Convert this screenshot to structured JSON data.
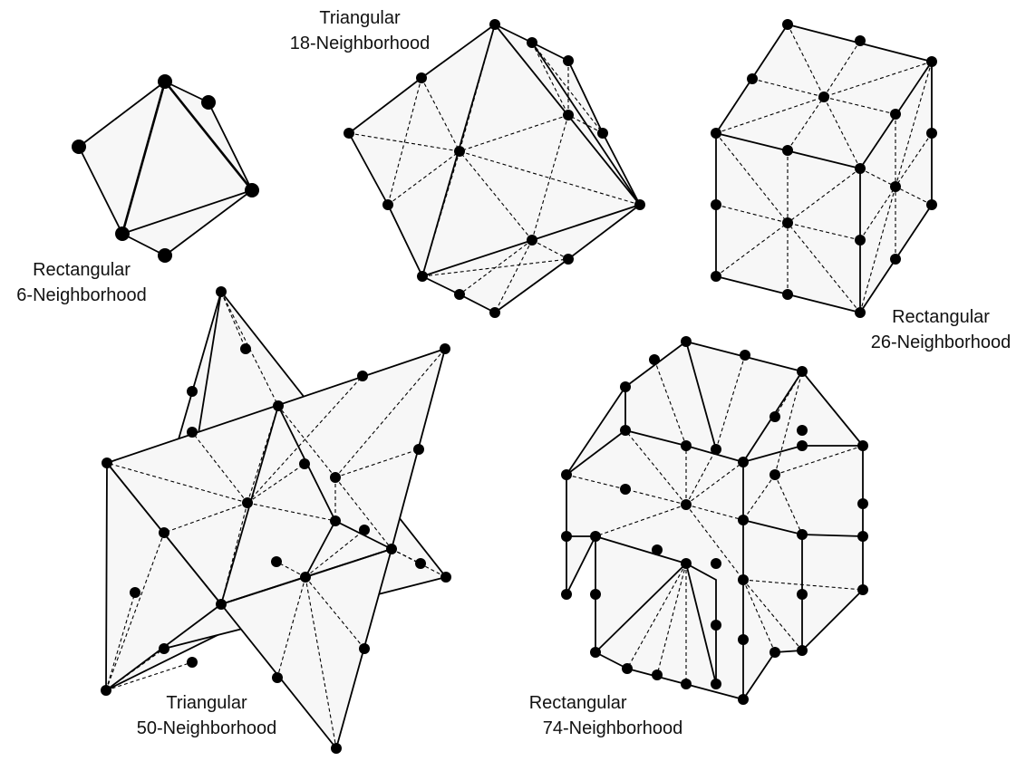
{
  "labels": {
    "rect6": {
      "line1": "Rectangular",
      "line2": "6-Neighborhood"
    },
    "tri18": {
      "line1": "Triangular",
      "line2": "18-Neighborhood"
    },
    "rect26": {
      "line1": "Rectangular",
      "line2": "26-Neighborhood"
    },
    "tri50": {
      "line1": "Triangular",
      "line2": "50-Neighborhood"
    },
    "rect74": {
      "line1": "Rectangular",
      "line2": "74-Neighborhood"
    }
  }
}
